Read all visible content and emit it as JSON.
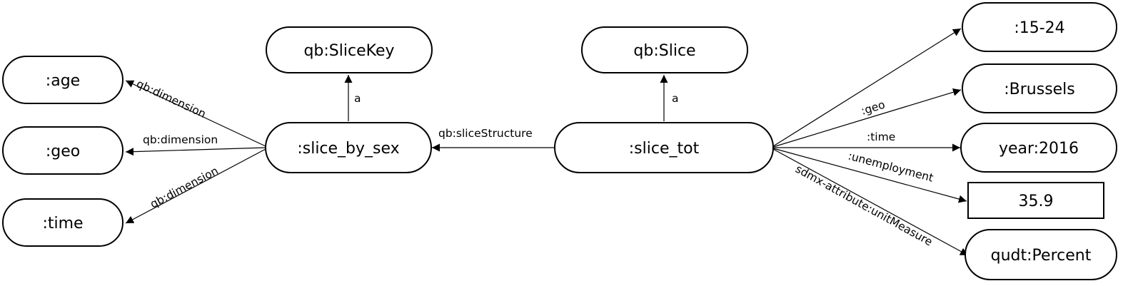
{
  "nodes": {
    "qb_slicekey": ":qb:SliceKey",
    "qb_slice": "qb:Slice",
    "age": ":age",
    "geo_left": ":geo",
    "time_left": ":time",
    "slice_by_sex": ":slice_by_sex",
    "slice_tot": ":slice_tot",
    "age_value": ":15-24",
    "brussels": ":Brussels",
    "year": "year:2016",
    "value": "35.9",
    "percent": "qudt:Percent"
  },
  "edges": {
    "slicekey_a": "a",
    "slice_a": "a",
    "dim_age": "qb:dimension",
    "dim_geo": "qb:dimension",
    "dim_time": "qb:dimension",
    "slice_structure": "qb:sliceStructure",
    "geo": ":geo",
    "time": ":time",
    "unemployment": ":unemployment",
    "unit_measure": "sdmx-attribute:unitMeasure"
  }
}
